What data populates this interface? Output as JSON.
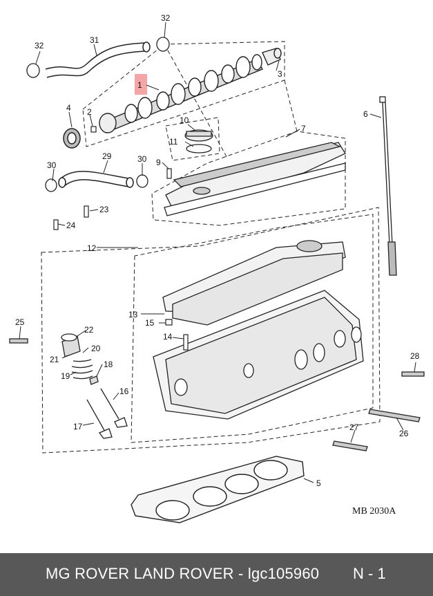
{
  "diagram": {
    "reference_code": "MB 2030A",
    "highlight_color": "#f4a6a6",
    "callouts": {
      "c1": "1",
      "c2": "2",
      "c3": "3",
      "c4": "4",
      "c5": "5",
      "c6": "6",
      "c7": "7",
      "c9": "9",
      "c10": "10",
      "c11": "11",
      "c12": "12",
      "c13": "13",
      "c14": "14",
      "c15": "15",
      "c16": "16",
      "c17": "17",
      "c18": "18",
      "c19": "19",
      "c20": "20",
      "c21": "21",
      "c22": "22",
      "c23": "23",
      "c24": "24",
      "c25": "25",
      "c26": "26",
      "c27": "27",
      "c28": "28",
      "c29": "29",
      "c30a": "30",
      "c30b": "30",
      "c31": "31",
      "c32a": "32",
      "c32b": "32"
    }
  },
  "footer": {
    "text": "MG ROVER LAND ROVER - lgc105960",
    "position": "N - 1",
    "background": "#585858"
  }
}
